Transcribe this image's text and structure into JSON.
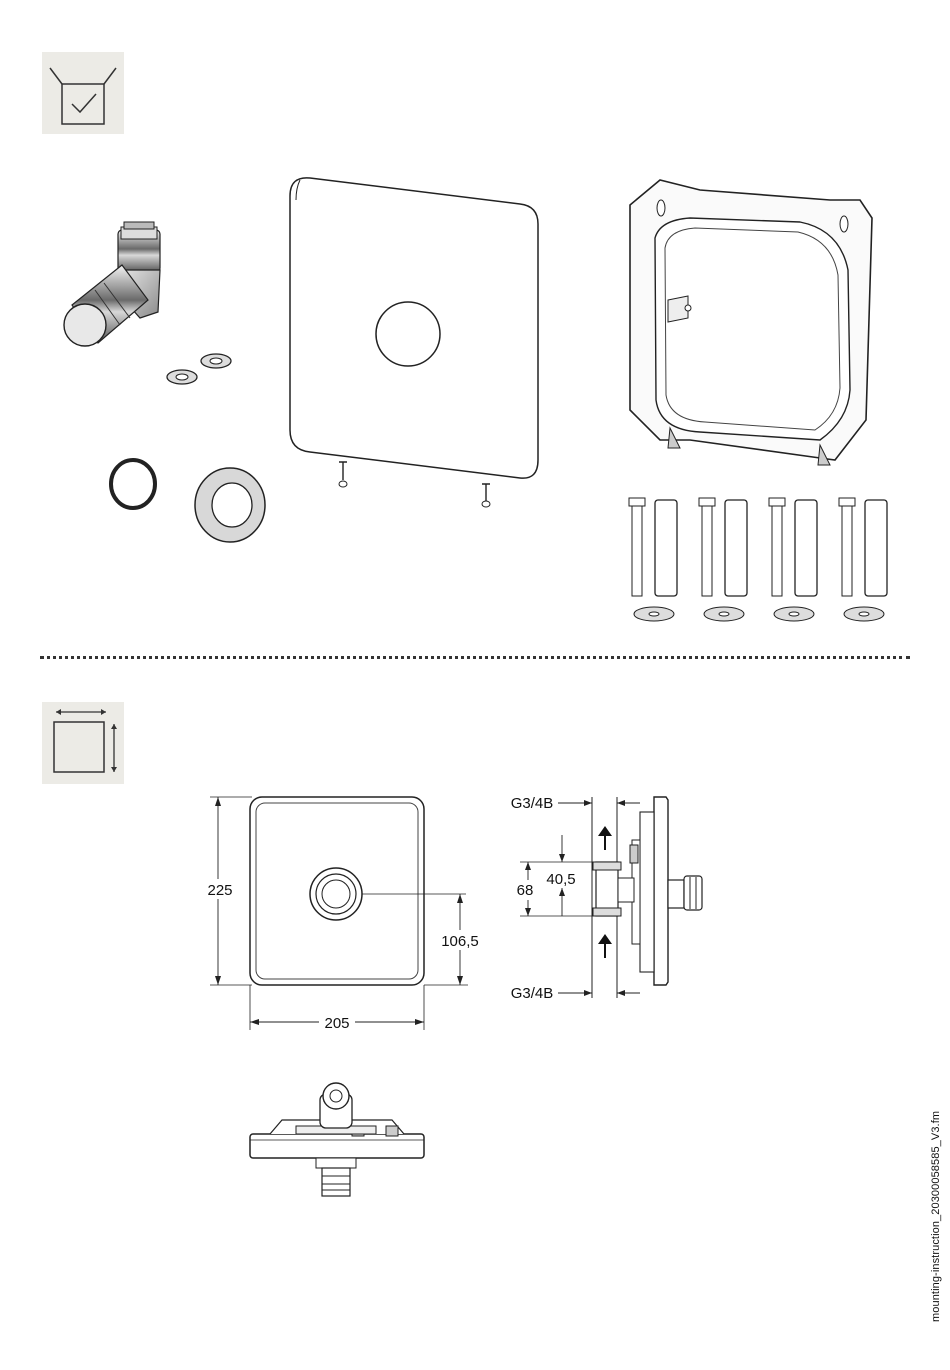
{
  "sections": {
    "scope_of_delivery": {
      "icon": "package-check-icon"
    },
    "dimensions": {
      "icon": "dimensions-square-icon"
    }
  },
  "dimensions": {
    "height": "225",
    "width": "205",
    "center_height": "106,5",
    "connection_top": "G3/4B",
    "connection_bottom": "G3/4B",
    "connection_spacing": "68",
    "depth": "40,5"
  },
  "file_reference": "mounting-instruction_20300058585_V3.fm"
}
